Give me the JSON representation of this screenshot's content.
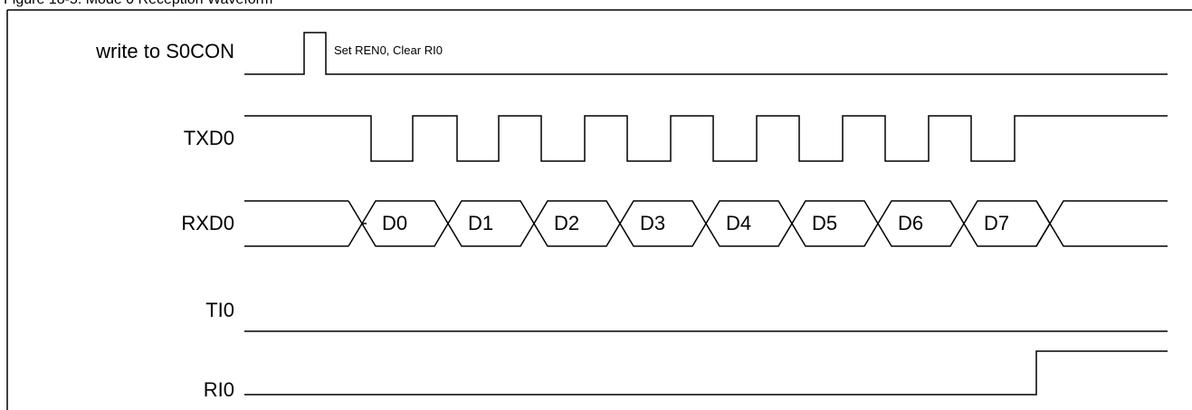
{
  "figure": {
    "caption": "Figure 18-5. Mode 0 Reception Waveform",
    "signals": [
      {
        "label": "write to S0CON",
        "note": "Set REN0, Clear RI0"
      },
      {
        "label": "TXD0"
      },
      {
        "label": "RXD0",
        "data_bits": [
          "D0",
          "D1",
          "D2",
          "D3",
          "D4",
          "D5",
          "D6",
          "D7"
        ]
      },
      {
        "label": "TI0"
      },
      {
        "label": "RI0"
      }
    ]
  }
}
